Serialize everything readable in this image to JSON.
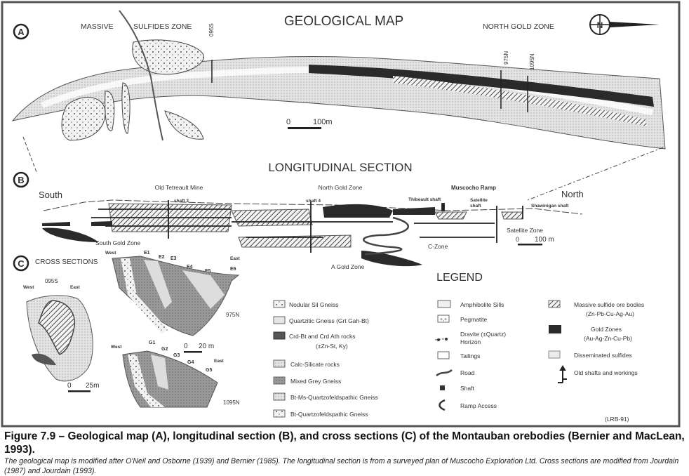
{
  "map_a": {
    "panel_letter": "A",
    "title": "GEOLOGICAL MAP",
    "label_massive": "MASSIVE",
    "label_sulfides_zone": "SULFIDES ZONE",
    "section_095s": "095S",
    "label_north_gold_zone": "NORTH GOLD ZONE",
    "section_975n": "975N",
    "section_1095n": "1095N",
    "scale_zero": "0",
    "scale_value": "100m"
  },
  "section_b": {
    "panel_letter": "B",
    "title": "LONGITUDINAL SECTION",
    "south": "South",
    "north": "North",
    "old_tetreault_mine": "Old Tetreault Mine",
    "north_gold_zone": "North Gold Zone",
    "muscocho_ramp": "Muscocho Ramp",
    "shaft_3": "shaft 3",
    "shaft_4": "shaft 4",
    "thibeault_shaft": "Thibeault shaft",
    "satellite_shaft_1": "Satellite",
    "satellite_shaft_2": "shaft",
    "shawinigan_shaft": "Shawinigan shaft",
    "satellite_zone": "Satellite Zone",
    "scale_zero": "0",
    "scale_value": "100 m",
    "south_gold_zone": "South Gold Zone",
    "c_zone": "C-Zone",
    "a_gold_zone": "A Gold Zone"
  },
  "sections_c": {
    "panel_letter": "C",
    "title": "CROSS SECTIONS",
    "s095": {
      "name": "095S",
      "west": "West",
      "east": "East",
      "scale_zero": "0",
      "scale_value": "25m"
    },
    "s975": {
      "name": "975N",
      "west": "West",
      "east": "East",
      "points": [
        "E1",
        "E2",
        "E3",
        "E4",
        "E5",
        "E6"
      ],
      "scale_zero": "0",
      "scale_value": "20 m"
    },
    "s1095": {
      "name": "1095N",
      "west": "West",
      "east": "East",
      "points": [
        "G1",
        "G2",
        "G3",
        "G4",
        "G5"
      ]
    }
  },
  "legend": {
    "title": "LEGEND",
    "col1": [
      {
        "label": "Nodular Sil Gneiss"
      },
      {
        "label": "Quartzitic Gneiss (Grt Gah-Bt)"
      },
      {
        "label": "Crd-Bt and Crd Ath rocks",
        "sub": "(±Zn-St, Ky)"
      },
      {
        "label": "Calc-Silicate rocks"
      },
      {
        "label": "Mixed Grey Gneiss"
      },
      {
        "label": "Bt-Ms-Quartzofeldspathic Gneiss"
      },
      {
        "label": "Bt-Quartzofeldspathic Gneiss"
      }
    ],
    "col2": [
      {
        "label": "Amphibolite Sills"
      },
      {
        "label": "Pegmatite"
      },
      {
        "label": "Dravite (±Quartz)",
        "sub": "Horizon"
      },
      {
        "label": "Tailings"
      },
      {
        "label": "Road"
      },
      {
        "label": "Shaft"
      },
      {
        "label": "Ramp Access"
      }
    ],
    "col3": [
      {
        "label": "Massive sulfide ore bodies",
        "sub": "(Zn-Pb-Cu-Ag-Au)"
      },
      {
        "label": "Gold Zones",
        "sub": "(Au-Ag-Zn-Cu-Pb)"
      },
      {
        "label": "Disseminated sulfides"
      },
      {
        "label": "Old shafts and workings"
      }
    ],
    "credit": "(LRB-91)"
  },
  "caption": {
    "title": "Figure 7.9 – Geological map (A), longitudinal section (B), and cross sections (C) of the Montauban orebodies (Bernier and MacLean, 1993).",
    "note": "The geological map is modified after O'Neil and Osborne (1939) and Bernier (1985). The longitudinal section is from a surveyed plan of Muscocho Exploration Ltd. Cross sections are modified from Jourdain (1987) and Jourdain (1993)."
  },
  "colors": {
    "ink": "#333333",
    "dark_fill": "#2a2a2a",
    "light_fill": "#e6e6e6",
    "frame": "#555555"
  }
}
